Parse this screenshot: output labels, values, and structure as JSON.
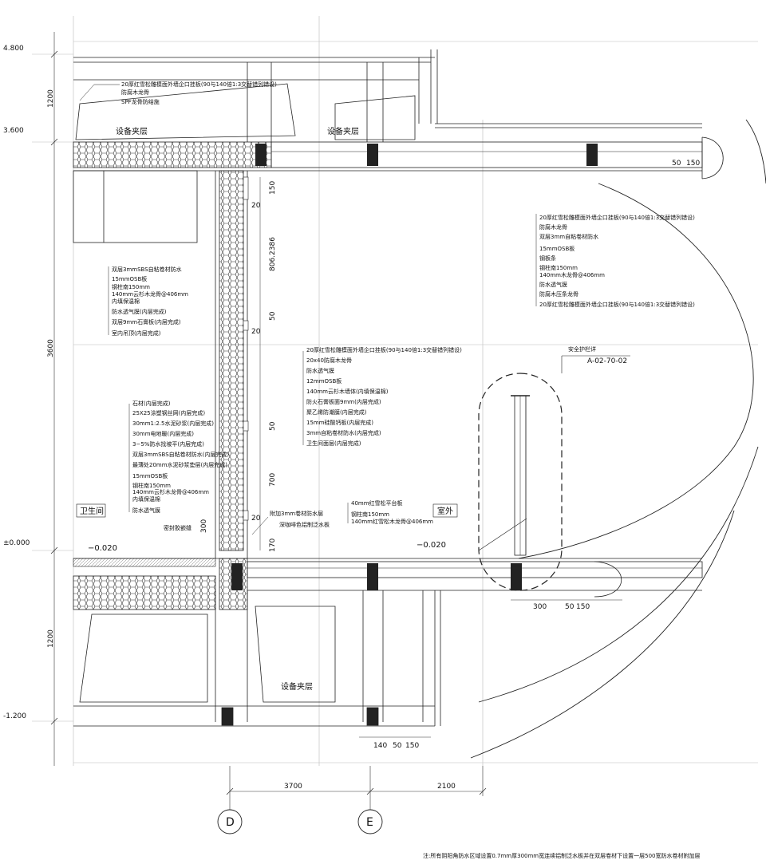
{
  "levels": [
    "4.800",
    "3.600",
    "±0.000",
    "-1.200"
  ],
  "left_dims": [
    "1200",
    "3600",
    "1200"
  ],
  "bottom_dims": [
    "3700",
    "2100"
  ],
  "axes": [
    "D",
    "E"
  ],
  "rooms": {
    "equipment_upper_left": "设备夹层",
    "equipment_upper_right": "设备夹层",
    "equipment_lower": "设备夹层",
    "bathroom": "卫生间",
    "outdoor": "室外",
    "elev_left": "−0.020",
    "elev_right": "−0.020"
  },
  "notes": {
    "top_eave": [
      "20厚红雪松雕模面外墙企口挂板(90与140倍1:3交替错列错设)",
      "防腐木龙骨",
      "SPF龙骨防结施"
    ],
    "right_wall": [
      "20厚红雪松雕模面外墙企口挂板(90与140倍1:3交替错列错设)",
      "防腐木龙骨",
      "双层3mm自粘卷材防水",
      "15mmOSB板",
      "钢板条",
      "钢柱南150mm",
      "140mm木龙骨@406mm",
      "防水透气膜",
      "防腐木压条龙骨",
      "20厚红雪松雕模面外墙企口挂板(90与140倍1:3交替错列错设)"
    ],
    "left_roof": [
      "双层3mmSBS自粘卷材防水",
      "15mmOSB板",
      "钢柱南150mm",
      "140mm云杉木龙骨@406mm",
      "内填保温棉",
      "防水透气膜(内层完成)",
      "双层9mm石膏板(内层完成)",
      "室内吊顶(内层完成)"
    ],
    "center_wall": [
      "20厚红雪松雕模面外墙企口挂板(90与140倍1:3交替错列错设)",
      "20x40防腐木龙骨",
      "防水透气膜",
      "12mmOSB板",
      "140mm云杉木墙体(内填保温棉)",
      "防火石膏板面9mm(内层完成)",
      "聚乙烯防潮膜(内层完成)",
      "15mm硅酸钙板(内层完成)",
      "3mm自粘卷材防水(内层完成)",
      "卫生间面层(内层完成)"
    ],
    "floor": [
      "石材(内层完成)",
      "25X25涂塑钢丝网(内层完成)",
      "30mm1:2.5水泥砂浆(内层完成)",
      "30mm电地暖(内层完成)",
      "3−5%防水找坡平(内层完成)",
      "双层3mmSBS自粘卷材防水(内层完成)",
      "最薄处20mm水泥砂浆垫层(内层完成)",
      "15mmOSB板",
      "钢柱南150mm",
      "140mm云杉木龙骨@406mm",
      "内填保温棉",
      "防水透气膜"
    ],
    "seal": "密封胶嵌缝",
    "base_left": [
      "附加3mm卷材防水层",
      "深咖啡色铝制泛水板"
    ],
    "deck": [
      "40mm红雪松平台板",
      "钢柱南150mm",
      "140mm红雪松木龙骨@406mm"
    ],
    "guard_rail": "安全护栏详",
    "guard_ref": "A-02-70-02"
  },
  "dims": {
    "d150": "150",
    "d806": "806.2386",
    "d50a": "50",
    "d20a": "20",
    "d20b": "20",
    "d50b": "50",
    "d700": "700",
    "d20c": "20",
    "d170": "170",
    "d300v": "300",
    "top_50": "50",
    "top_150": "150",
    "mid_300": "300",
    "mid_50": "50",
    "mid_150": "150",
    "bot_140": "140",
    "bot_50": "50",
    "bot_150": "150"
  },
  "footnote": "注:所有阴阳角防水区域设置0.7mm厚300mm宽连续铝制泛水板并在双层卷材下设置一层500宽防水卷材附加层"
}
